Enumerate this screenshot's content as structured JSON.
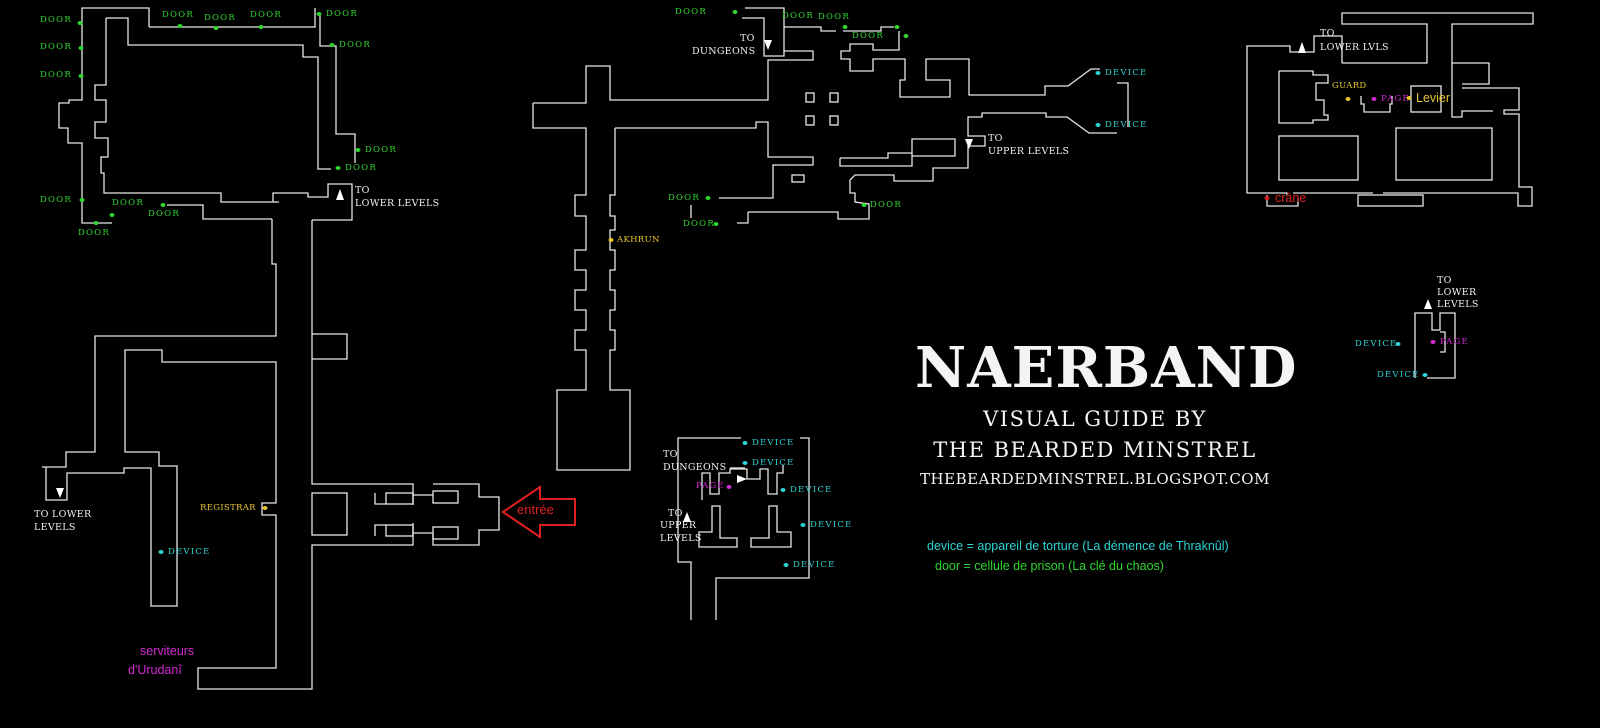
{
  "title": {
    "name": "NAERBAND",
    "subtitle": "VISUAL GUIDE BY",
    "author": "THE BEARDED MINSTREL",
    "url": "THEBEARDEDMINSTREL.BLOGSPOT.COM"
  },
  "legend": {
    "device": "device = appareil de torture (La démence de Thraknûl)",
    "door": "door = cellule de prison (La clé du chaos)"
  },
  "colors": {
    "background": "#000000",
    "walls": "#e6e6e6",
    "door": "#2fd62f",
    "device": "#2ed3d3",
    "npc": "#e6c431",
    "page": "#d42ad4",
    "entrance": "#e02020"
  },
  "north_west_wing": {
    "doors": [
      "DOOR",
      "DOOR",
      "DOOR",
      "DOOR",
      "DOOR",
      "DOOR",
      "DOOR",
      "DOOR",
      "DOOR",
      "DOOR",
      "DOOR",
      "DOOR",
      "DOOR",
      "DOOR"
    ],
    "stairs_to": "TO",
    "stairs_dest": "LOWER LEVELS"
  },
  "west_wing": {
    "stairs_line1": "TO LOWER",
    "stairs_line2": "LEVELS",
    "registrar": "REGISTRAR",
    "device": "DEVICE",
    "servants_line1": "serviteurs",
    "servants_line2": "d'Urudanî",
    "entrance": "entrée"
  },
  "central_wing": {
    "doors": [
      "DOOR",
      "DOOR",
      "DOOR",
      "DOOR",
      "DOOR",
      "DOOR",
      "DOOR"
    ],
    "devices": [
      "DEVICE",
      "DEVICE"
    ],
    "dungeons_to": "TO",
    "dungeons_dest": "DUNGEONS",
    "upper_to": "TO",
    "upper_dest": "UPPER LEVELS",
    "akhrun": "AKHRUN"
  },
  "north_east_wing": {
    "stairs_to": "TO",
    "stairs_dest": "LOWER LVLS",
    "guard": "GUARD",
    "page": "PAGE",
    "lever": "Levier",
    "skull": "crâne"
  },
  "south_wing": {
    "devices": [
      "DEVICE",
      "DEVICE",
      "DEVICE",
      "DEVICE",
      "DEVICE"
    ],
    "dungeons_to": "TO",
    "dungeons_dest": "DUNGEONS",
    "page": "PAGE",
    "upper_line1": "TO",
    "upper_line2": "UPPER",
    "upper_line3": "LEVELS"
  },
  "east_room": {
    "stairs_line1": "TO",
    "stairs_line2": "LOWER",
    "stairs_line3": "LEVELS",
    "devices": [
      "DEVICE",
      "DEVICE"
    ],
    "page": "PAGE"
  }
}
